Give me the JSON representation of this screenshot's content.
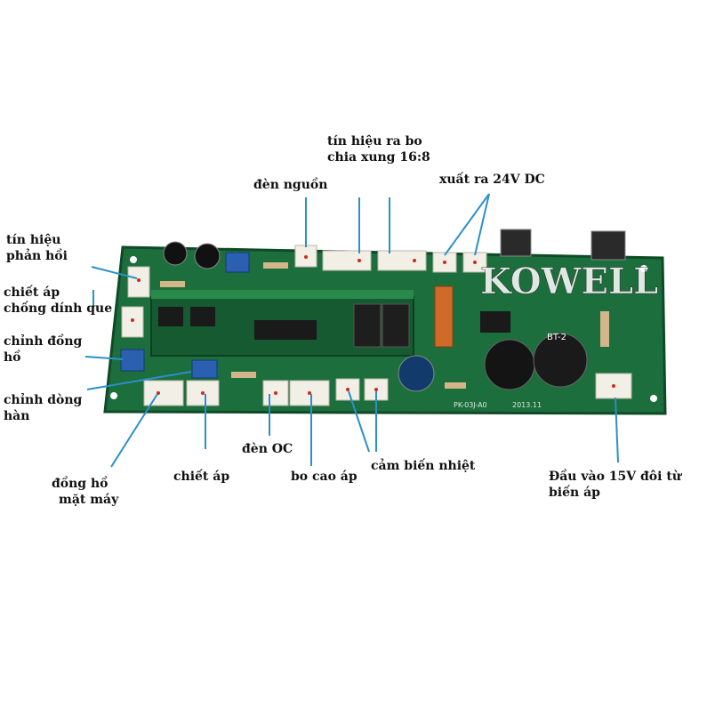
{
  "colors": {
    "board": "#1c6e3c",
    "board_edge": "#0f4a27",
    "leader": "#2b90c8",
    "connector": "#f1efe6"
  },
  "board": {
    "silkscreen_model": "PK-03J-A0",
    "silkscreen_date": "2013.11",
    "cap_label": "BT-2",
    "watermark": "KOWELL"
  },
  "labels": {
    "tin_hieu_ra_bo": {
      "line1": "tín hiệu ra bo",
      "line2": "chia xung 16:8"
    },
    "den_nguon": {
      "line1": "đèn nguồn"
    },
    "xuat_ra": {
      "line1": "xuất ra 24V DC"
    },
    "tin_hieu_phan_hoi": {
      "line1": "tín hiệu",
      "line2": "phản hồi"
    },
    "chiet_ap_chong_dinh": {
      "line1": "chiết áp",
      "line2": "chống dính que"
    },
    "chinh_dong_ho": {
      "line1": "chỉnh đồng",
      "line2": "hồ"
    },
    "chinh_dong_han": {
      "line1": "chỉnh dòng",
      "line2": " hàn"
    },
    "dong_ho_mat_may": {
      "line1": "đồng hồ",
      "line2": "mặt máy"
    },
    "chiet_ap": {
      "line1": "chiết áp"
    },
    "den_oc": {
      "line1": "đèn OC"
    },
    "bo_cao_ap": {
      "line1": "bo cao áp"
    },
    "cam_bien_nhiet": {
      "line1": "cảm biến nhiệt"
    },
    "dau_vao": {
      "line1": "Đầu vào 15V đôi từ",
      "line2": "biến áp"
    }
  }
}
